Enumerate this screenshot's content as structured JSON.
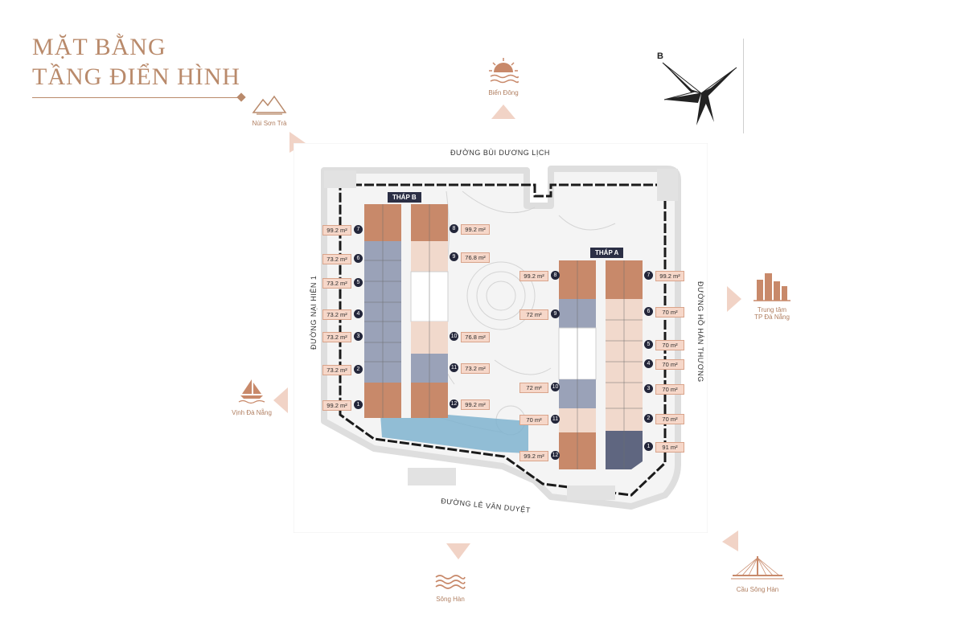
{
  "title": {
    "line1": "MẶT BẰNG",
    "line2": "TẦNG ĐIỂN HÌNH"
  },
  "compass": {
    "north_label": "B"
  },
  "landmarks": {
    "nui_son_tra": "Núi Sơn Trà",
    "bien_dong": "Biển Đông",
    "trung_tam": "Trung tâm",
    "trung_tam_2": "TP Đà Nẵng",
    "vinh_da_nang": "Vịnh Đà Nẵng",
    "song_han": "Sông Hàn",
    "cau_song_han": "Cầu Sông Hàn"
  },
  "roads": {
    "north": "ĐƯỜNG BÙI DƯƠNG LỊCH",
    "south": "ĐƯỜNG LÊ  VĂN DUYỆT",
    "west": "ĐƯỜNG NẠI HIÊN 1",
    "east": "ĐƯỜNG HỒ HÁN THƯƠNG"
  },
  "towers": {
    "b": "THÁP B",
    "a": "THÁP A"
  },
  "tower_b_units": [
    {
      "num": "7",
      "area": "99.2 m²"
    },
    {
      "num": "6",
      "area": "73.2 m²"
    },
    {
      "num": "5",
      "area": "73.2 m²"
    },
    {
      "num": "4",
      "area": "73.2 m²"
    },
    {
      "num": "3",
      "area": "73.2 m²"
    },
    {
      "num": "2",
      "area": "73.2 m²"
    },
    {
      "num": "1",
      "area": "99.2 m²"
    },
    {
      "num": "8",
      "area": "99.2 m²"
    },
    {
      "num": "9",
      "area": "76.8 m²"
    },
    {
      "num": "10",
      "area": "76.8 m²"
    },
    {
      "num": "11",
      "area": "73.2 m²"
    },
    {
      "num": "12",
      "area": "99.2 m²"
    }
  ],
  "tower_a_units": [
    {
      "num": "8",
      "area": "99.2 m²"
    },
    {
      "num": "9",
      "area": "72 m²"
    },
    {
      "num": "10",
      "area": "72 m²"
    },
    {
      "num": "11",
      "area": "70 m²"
    },
    {
      "num": "12",
      "area": "99.2 m²"
    },
    {
      "num": "7",
      "area": "99.2 m²"
    },
    {
      "num": "6",
      "area": "70 m²"
    },
    {
      "num": "5",
      "area": "70 m²"
    },
    {
      "num": "4",
      "area": "70 m²"
    },
    {
      "num": "3",
      "area": "70 m²"
    },
    {
      "num": "2",
      "area": "70 m²"
    },
    {
      "num": "1",
      "area": "91 m²"
    }
  ],
  "colors": {
    "copper": "#c8896a",
    "slate": "#9aa2b8",
    "light": "#f1d9cc",
    "pool": "#7fb3cf",
    "accent": "#b98a6b"
  }
}
